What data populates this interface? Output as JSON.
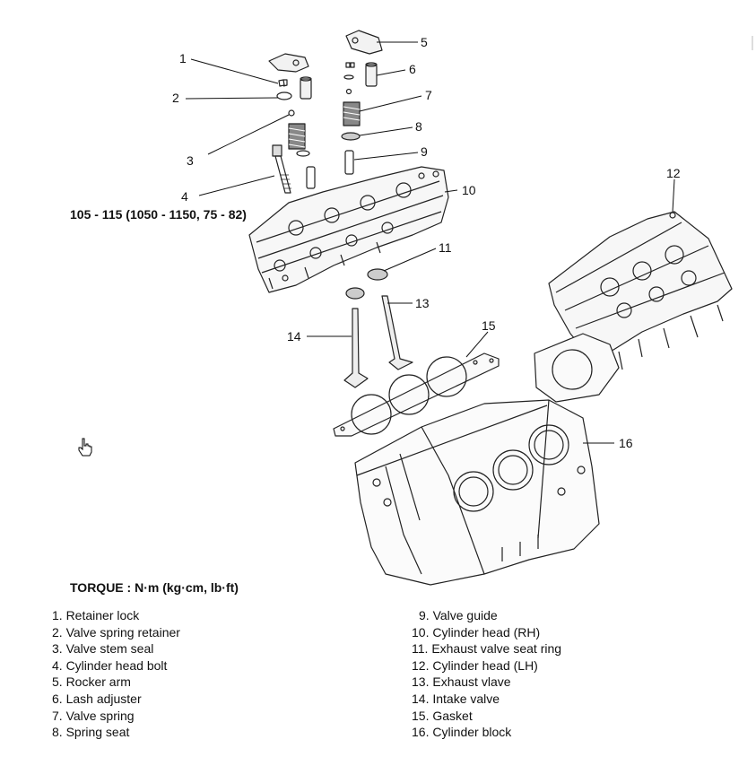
{
  "torque_value": "105 - 115 (1050 - 1150, 75 - 82)",
  "torque_heading": "TORQUE : N·m (kg·cm, lb·ft)",
  "callouts": [
    "1",
    "2",
    "3",
    "4",
    "5",
    "6",
    "7",
    "8",
    "9",
    "10",
    "11",
    "12",
    "13",
    "14",
    "15",
    "16"
  ],
  "legend_left": [
    "1. Retainer lock",
    "2. Valve spring retainer",
    "3. Valve stem seal",
    "4. Cylinder head bolt",
    "5. Rocker arm",
    "6. Lash adjuster",
    "7. Valve spring",
    "8. Spring seat"
  ],
  "legend_right": [
    "9. Valve guide",
    "10. Cylinder head (RH)",
    "11. Exhaust valve seat ring",
    "12. Cylinder head (LH)",
    "13. Exhaust vlave",
    "14. Intake valve",
    "15. Gasket",
    "16. Cylinder block"
  ],
  "icons": {
    "cursor": "hand-pointer-icon"
  }
}
